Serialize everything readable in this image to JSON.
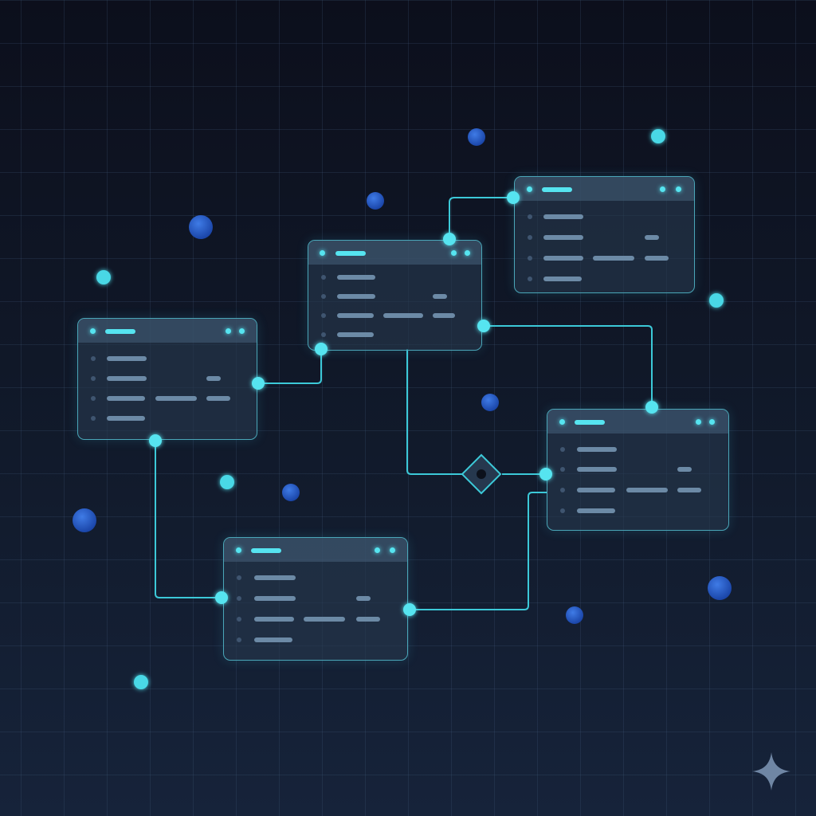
{
  "colors": {
    "accent": "#56e4f0",
    "connector": "#3cc9d8",
    "border": "#4aa6b8",
    "deep_blue": "#1f56c8",
    "row_bar": "#6c8aa6",
    "row_dot": "#3f5570"
  },
  "nodes": [
    {
      "id": "node-left",
      "rows": [
        {
          "bars": 1
        },
        {
          "bars": 2
        },
        {
          "bars": 3
        },
        {
          "bars": 1
        }
      ]
    },
    {
      "id": "node-center",
      "rows": [
        {
          "bars": 1
        },
        {
          "bars": 2
        },
        {
          "bars": 3
        },
        {
          "bars": 1
        }
      ]
    },
    {
      "id": "node-top-right",
      "rows": [
        {
          "bars": 1
        },
        {
          "bars": 2
        },
        {
          "bars": 3
        },
        {
          "bars": 1
        }
      ]
    },
    {
      "id": "node-right",
      "rows": [
        {
          "bars": 1
        },
        {
          "bars": 2
        },
        {
          "bars": 3
        },
        {
          "bars": 1
        }
      ]
    },
    {
      "id": "node-bottom",
      "rows": [
        {
          "bars": 1
        },
        {
          "bars": 2
        },
        {
          "bars": 3
        },
        {
          "bars": 1
        }
      ]
    }
  ],
  "junction_icon": "diamond-junction-icon",
  "decor_icon": "sparkle-icon"
}
